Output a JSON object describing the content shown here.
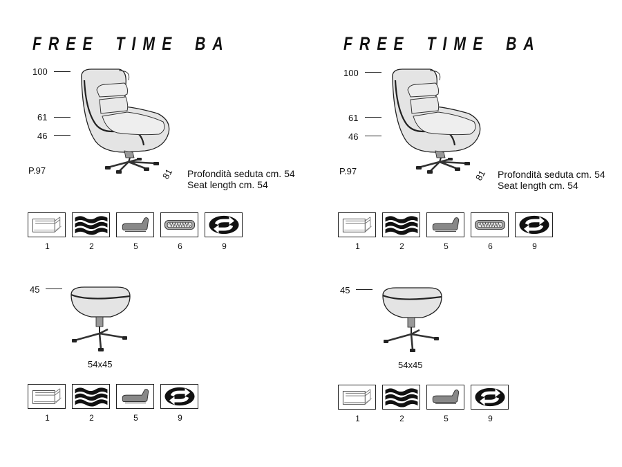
{
  "panels": [
    {
      "title": "FREE TIME BA",
      "heights": {
        "h100": "100",
        "h61": "61",
        "h46": "46"
      },
      "page_ref": "P.97",
      "width_label": "81",
      "depth_it": "Profondità seduta cm. 54",
      "depth_en": "Seat length cm. 54",
      "chair_icons": [
        {
          "icon": "frame-icon",
          "num": "1"
        },
        {
          "icon": "fabric-wave-icon",
          "num": "2"
        },
        {
          "icon": "seat-cushion-icon",
          "num": "5"
        },
        {
          "icon": "spring-pad-icon",
          "num": "6"
        },
        {
          "icon": "swivel-icon",
          "num": "9"
        }
      ],
      "pouf_height": "45",
      "pouf_size": "54x45",
      "pouf_icons": [
        {
          "icon": "frame-icon",
          "num": "1"
        },
        {
          "icon": "fabric-wave-icon",
          "num": "2"
        },
        {
          "icon": "seat-cushion-icon",
          "num": "5"
        },
        {
          "icon": "swivel-icon",
          "num": "9"
        }
      ]
    },
    {
      "title": "FREE TIME BA",
      "heights": {
        "h100": "100",
        "h61": "61",
        "h46": "46"
      },
      "page_ref": "P.97",
      "width_label": "81",
      "depth_it": "Profondità seduta cm. 54",
      "depth_en": "Seat length cm. 54",
      "chair_icons": [
        {
          "icon": "frame-icon",
          "num": "1"
        },
        {
          "icon": "fabric-wave-icon",
          "num": "2"
        },
        {
          "icon": "seat-cushion-icon",
          "num": "5"
        },
        {
          "icon": "spring-pad-icon",
          "num": "6"
        },
        {
          "icon": "swivel-icon",
          "num": "9"
        }
      ],
      "pouf_height": "45",
      "pouf_size": "54x45",
      "pouf_icons": [
        {
          "icon": "frame-icon",
          "num": "1"
        },
        {
          "icon": "fabric-wave-icon",
          "num": "2"
        },
        {
          "icon": "seat-cushion-icon",
          "num": "5"
        },
        {
          "icon": "swivel-icon",
          "num": "9"
        }
      ]
    }
  ]
}
